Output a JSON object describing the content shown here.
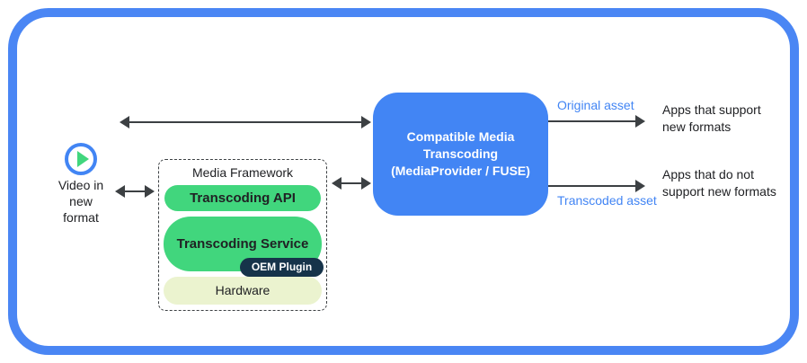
{
  "colors": {
    "frame_border_blue": "#4a86f4",
    "transcoding_box_blue": "#4285f4",
    "layer_green": "#41d67d",
    "oem_navy": "#16334a",
    "hardware_pale_green": "#ebf3cf",
    "arrow_gray": "#3c4043",
    "asset_label_blue": "#4285f4",
    "text_dark": "#202124"
  },
  "video_source": {
    "icon": "play-circle-icon",
    "label": "Video in\nnew\nformat"
  },
  "media_framework": {
    "title": "Media Framework",
    "layers": [
      {
        "label": "Transcoding API"
      },
      {
        "label": "Transcoding Service"
      },
      {
        "label": "OEM Plugin"
      },
      {
        "label": "Hardware"
      }
    ]
  },
  "transcoding_box": {
    "label": "Compatible Media\nTranscoding\n(MediaProvider / FUSE)"
  },
  "outputs": {
    "original": {
      "asset_label": "Original asset",
      "target_label": "Apps that support\nnew formats"
    },
    "transcoded": {
      "asset_label": "Transcoded asset",
      "target_label": "Apps that do not\nsupport new formats"
    }
  }
}
